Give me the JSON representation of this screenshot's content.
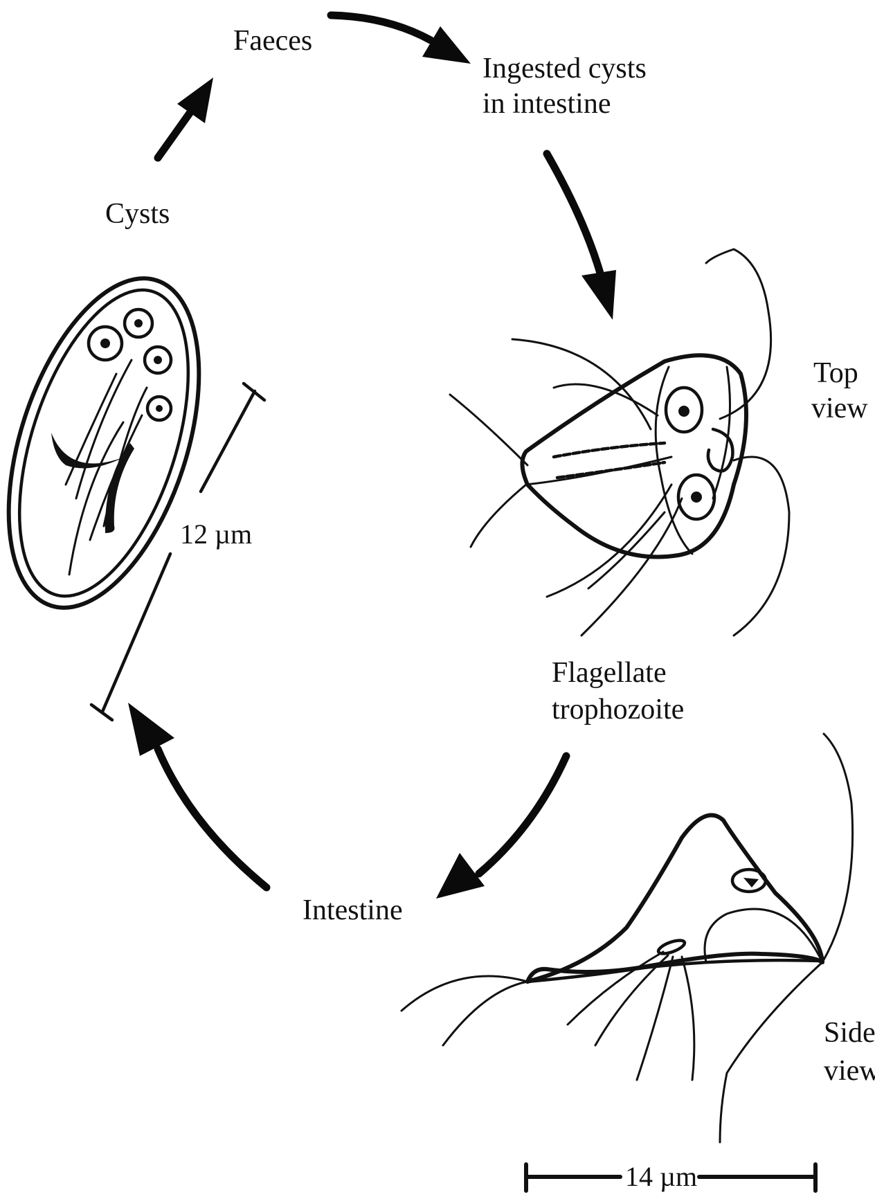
{
  "labels": {
    "faeces": "Faeces",
    "ingested_line1": "Ingested cysts",
    "ingested_line2": "in intestine",
    "cysts": "Cysts",
    "top_view_line1": "Top",
    "top_view_line2": "view",
    "flagellate_line1": "Flagellate",
    "flagellate_line2": "trophozoite",
    "intestine": "Intestine",
    "side_view_line1": "Side",
    "side_view_line2": "view"
  },
  "scale_bars": {
    "cyst": "12 µm",
    "trophozoite": "14 µm"
  },
  "colors": {
    "ink": "#111111",
    "background": "#ffffff"
  }
}
